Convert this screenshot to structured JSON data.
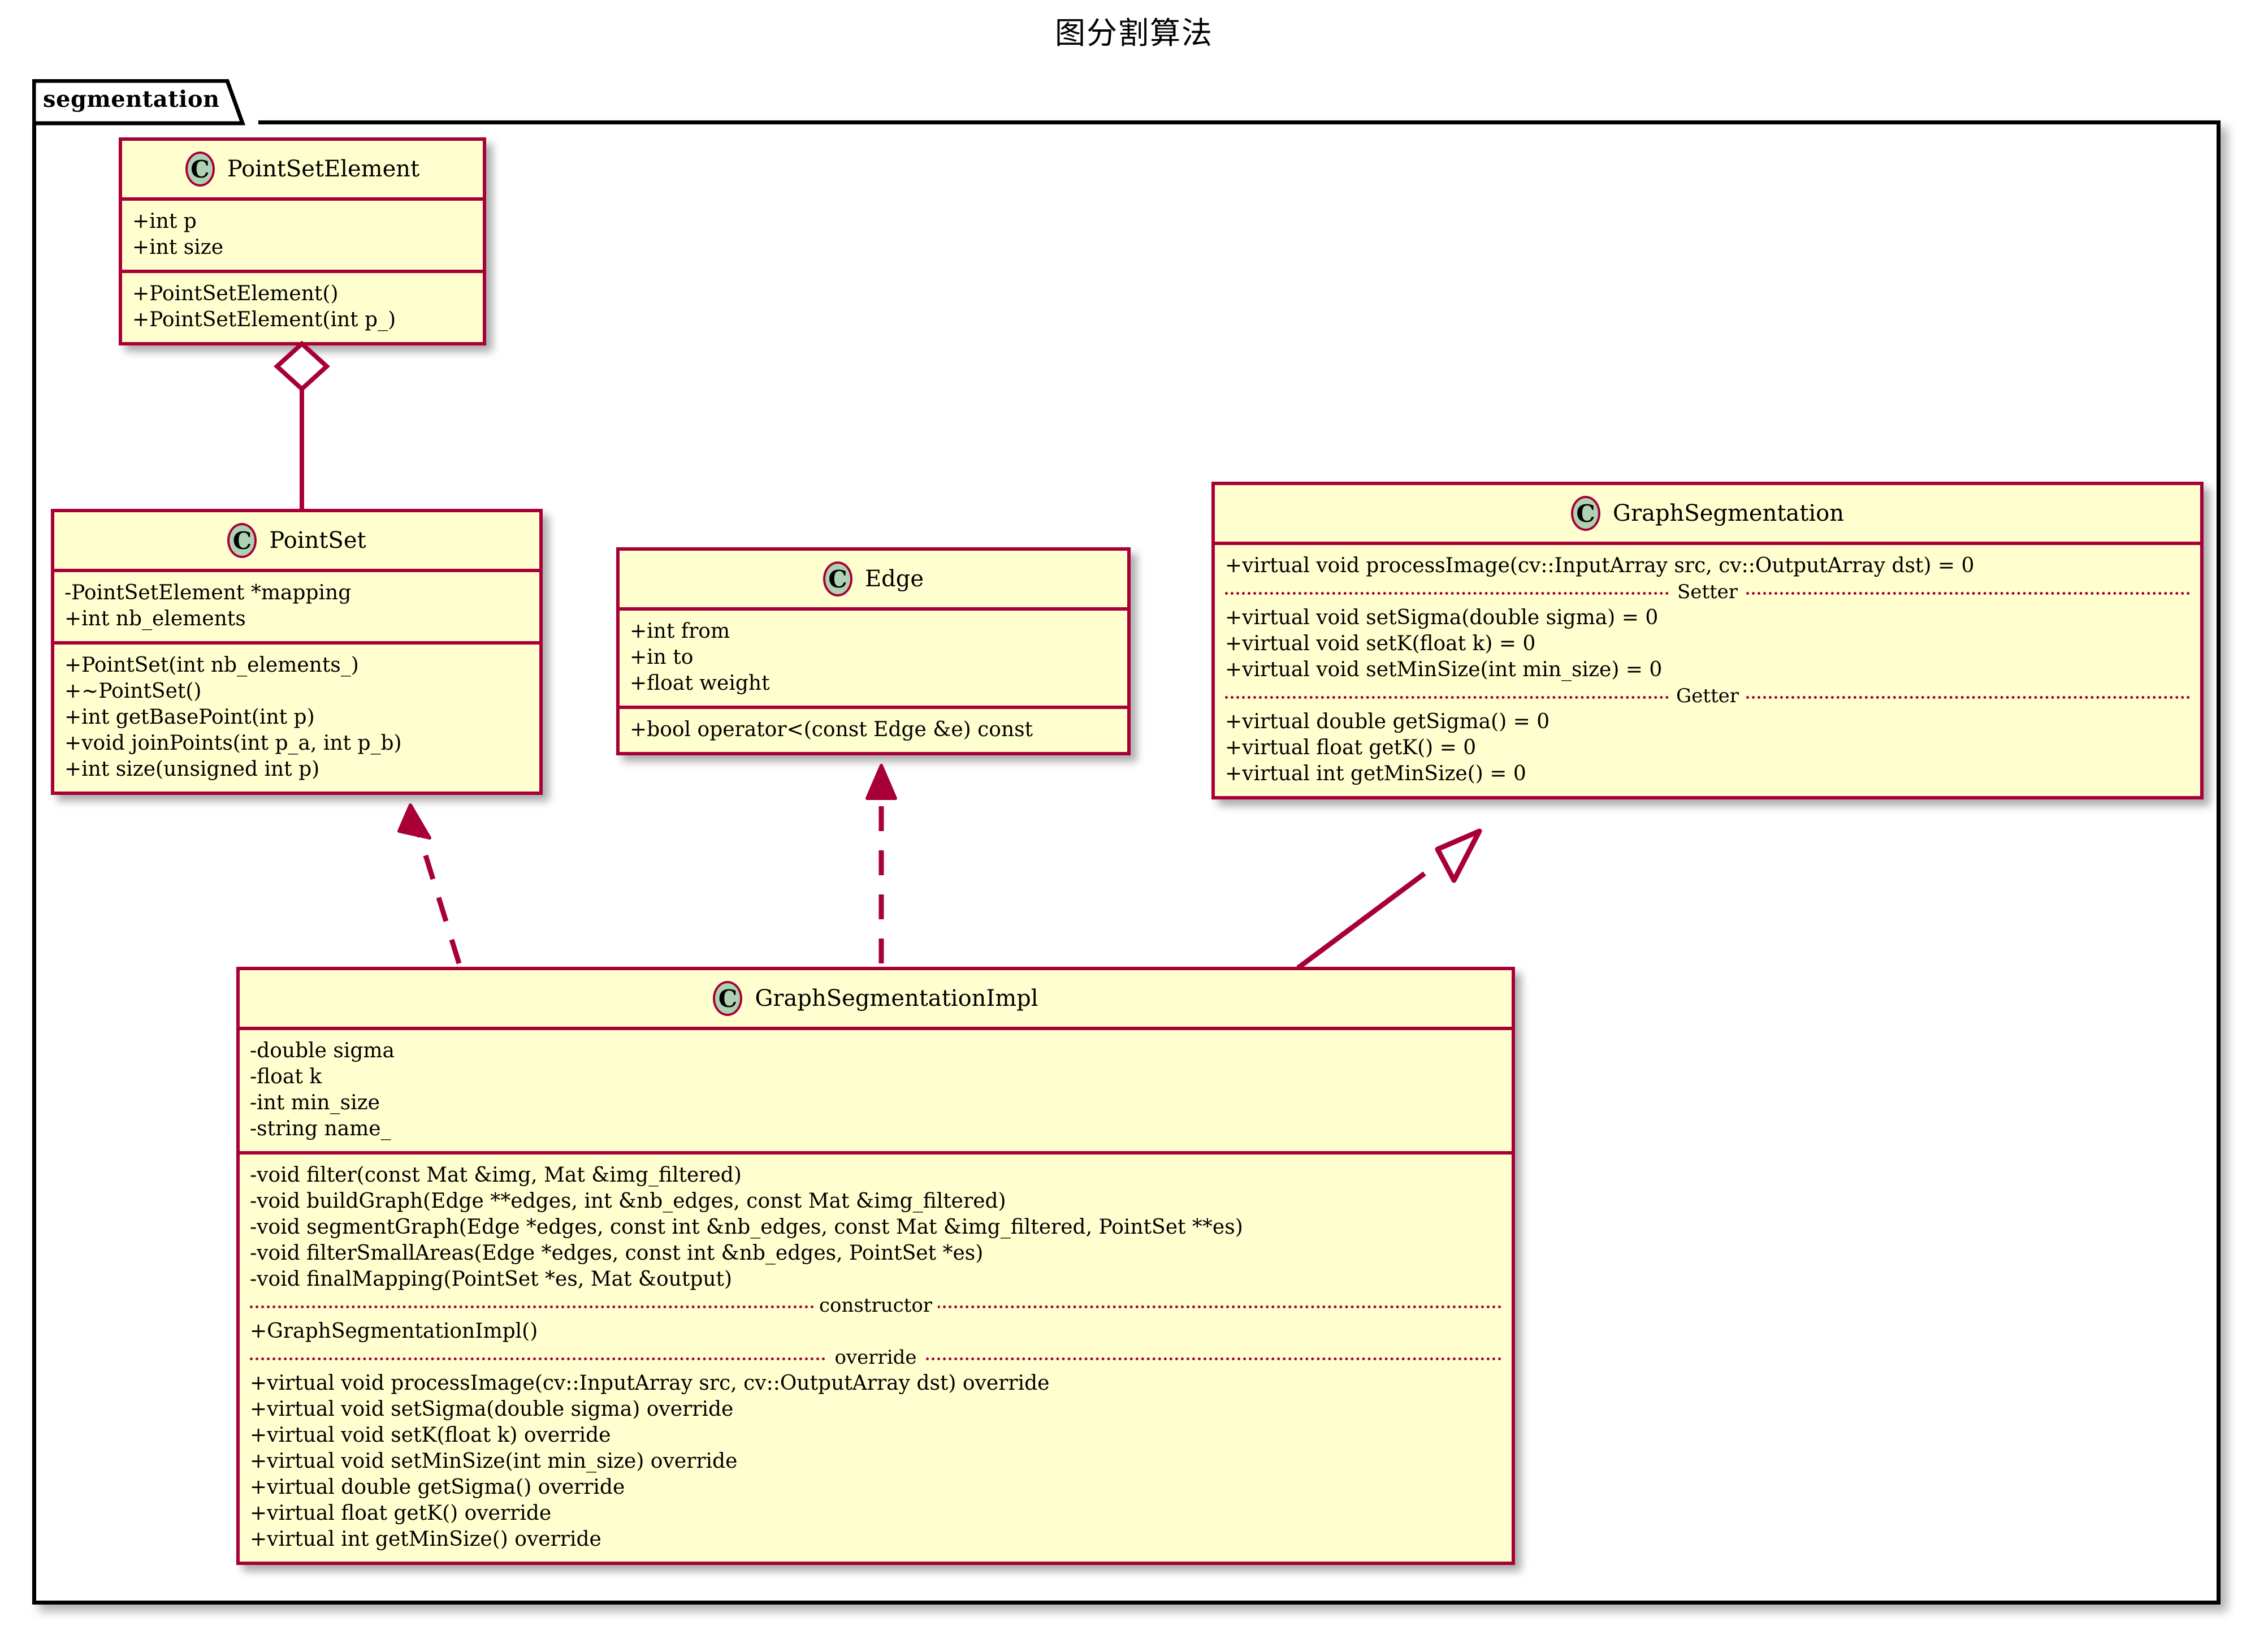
{
  "title": "图分割算法",
  "package": {
    "name": "segmentation"
  },
  "colors": {
    "class_fill": "#FEFECE",
    "class_border": "#A80036",
    "stereotype_circle": "#ADD1B2",
    "package_border": "#000000",
    "background": "#FFFFFF"
  },
  "classes": [
    {
      "id": "PointSetElement",
      "stereotype": "C",
      "name": "PointSetElement",
      "attributes": [
        "+int p",
        "+int size"
      ],
      "methods": [
        "+PointSetElement()",
        "+PointSetElement(int p_)"
      ]
    },
    {
      "id": "PointSet",
      "stereotype": "C",
      "name": "PointSet",
      "attributes": [
        "-PointSetElement *mapping",
        "+int nb_elements"
      ],
      "methods": [
        "+PointSet(int nb_elements_)",
        "+~PointSet()",
        "+int getBasePoint(int p)",
        "+void joinPoints(int p_a, int p_b)",
        "+int size(unsigned int p)"
      ]
    },
    {
      "id": "Edge",
      "stereotype": "C",
      "name": "Edge",
      "attributes": [
        "+int from",
        "+in to",
        "+float weight"
      ],
      "methods": [
        "+bool operator<(const Edge &e) const"
      ]
    },
    {
      "id": "GraphSegmentation",
      "stereotype": "C",
      "name": "GraphSegmentation",
      "attributes": [],
      "method_groups": [
        {
          "label": "",
          "items": [
            "+virtual void processImage(cv::InputArray src, cv::OutputArray dst) = 0"
          ]
        },
        {
          "label": "Setter",
          "items": [
            "+virtual void setSigma(double sigma) = 0",
            "+virtual void setK(float k) = 0",
            "+virtual void setMinSize(int min_size) = 0"
          ]
        },
        {
          "label": "Getter",
          "items": [
            "+virtual double getSigma() = 0",
            "+virtual float getK() = 0",
            "+virtual int getMinSize() = 0"
          ]
        }
      ]
    },
    {
      "id": "GraphSegmentationImpl",
      "stereotype": "C",
      "name": "GraphSegmentationImpl",
      "attributes": [
        "-double sigma",
        "-float k",
        "-int min_size",
        "-string name_"
      ],
      "method_groups": [
        {
          "label": "",
          "items": [
            "-void filter(const Mat &img, Mat &img_filtered)",
            "-void buildGraph(Edge **edges, int &nb_edges, const Mat &img_filtered)",
            "-void segmentGraph(Edge *edges, const int &nb_edges, const Mat &img_filtered, PointSet **es)",
            "-void filterSmallAreas(Edge *edges, const int &nb_edges, PointSet *es)",
            "-void finalMapping(PointSet *es, Mat &output)"
          ]
        },
        {
          "label": "constructor",
          "items": [
            "+GraphSegmentationImpl()"
          ]
        },
        {
          "label": "override",
          "items": [
            "+virtual void processImage(cv::InputArray src, cv::OutputArray dst) override",
            "+virtual void setSigma(double sigma) override",
            "+virtual void setK(float k) override",
            "+virtual void setMinSize(int min_size) override",
            "+virtual double getSigma() override",
            "+virtual float getK() override",
            "+virtual int getMinSize() override"
          ]
        }
      ]
    }
  ],
  "relationships": [
    {
      "from": "PointSetElement",
      "to": "PointSet",
      "type": "aggregation",
      "marker": "hollow-diamond"
    },
    {
      "from": "GraphSegmentationImpl",
      "to": "PointSet",
      "type": "dependency",
      "marker": "open-arrow-dashed"
    },
    {
      "from": "GraphSegmentationImpl",
      "to": "Edge",
      "type": "dependency",
      "marker": "open-arrow-dashed"
    },
    {
      "from": "GraphSegmentationImpl",
      "to": "GraphSegmentation",
      "type": "inheritance",
      "marker": "hollow-triangle"
    }
  ]
}
